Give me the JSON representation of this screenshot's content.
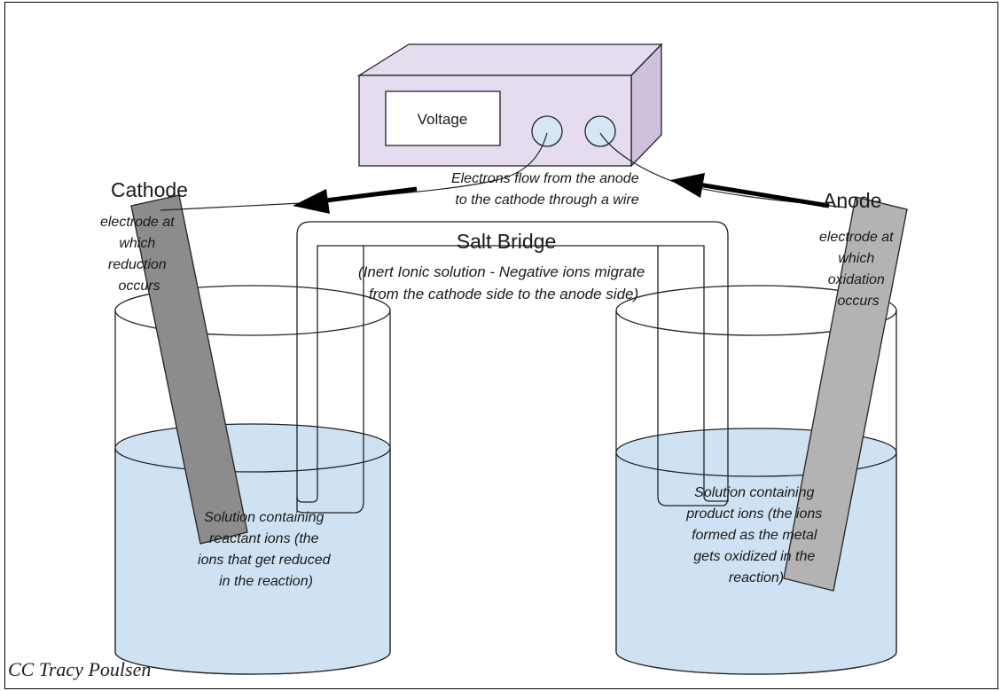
{
  "voltmeter": {
    "label": "Voltage"
  },
  "electron_flow": {
    "lines": [
      "Electrons flow from the anode",
      "to the cathode through a wire"
    ]
  },
  "cathode": {
    "title": "Cathode",
    "description": [
      "electrode at",
      "which",
      "reduction",
      "occurs"
    ],
    "solution_label": [
      "Solution containing",
      "reactant ions (the",
      "ions that get reduced",
      "in the reaction)"
    ]
  },
  "anode": {
    "title": "Anode",
    "description": [
      "electrode at",
      "which",
      "oxidation",
      "occurs"
    ],
    "solution_label": [
      "Solution containing",
      "product ions (the ions",
      "formed as the metal",
      "gets oxidized in the",
      "reaction)"
    ]
  },
  "salt_bridge": {
    "title": "Salt Bridge",
    "description": [
      "(Inert Ionic solution - Negative ions migrate",
      "from the cathode side to the anode side)"
    ]
  },
  "credit": "CC Tracy Poulsen",
  "colors": {
    "voltmeter_fill": "#e6dcf0",
    "solution_fill": "#cfe2f3",
    "electrode_fill": "#8c8c8c",
    "anode_fill": "#b3b3b3"
  }
}
